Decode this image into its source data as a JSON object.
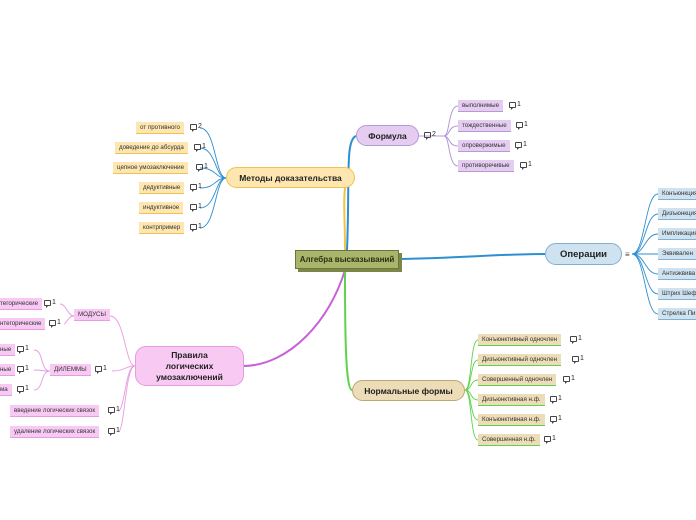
{
  "central": "Алгебра высказываний",
  "branches": {
    "formula": {
      "label": "Формула",
      "count": "2",
      "items": [
        {
          "label": "выполнимые",
          "count": "1"
        },
        {
          "label": "тождественные",
          "count": "1"
        },
        {
          "label": "опровержимые",
          "count": "1"
        },
        {
          "label": "противоречивые",
          "count": "1"
        }
      ]
    },
    "methods": {
      "label": "Методы доказательства",
      "items": [
        {
          "label": "от противного",
          "count": "2"
        },
        {
          "label": "доведение до абсурда",
          "count": "1"
        },
        {
          "label": "цепное умозаключение",
          "count": "1"
        },
        {
          "label": "дедуктивные",
          "count": "1"
        },
        {
          "label": "индуктивное",
          "count": "1"
        },
        {
          "label": "контрпример",
          "count": "1"
        }
      ]
    },
    "operations": {
      "label": "Операции",
      "items": [
        "Конъюнкция",
        "Дизъюнкция",
        "Импликация",
        "Эквивален",
        "Антиэквива",
        "Штрих Шеф",
        "Стрелка Пи"
      ]
    },
    "rules": {
      "label": "Правила логических умозаключений",
      "groups": [
        {
          "label": "МОДУСЫ",
          "items": [
            {
              "label": "тегорические",
              "count": "1"
            },
            {
              "label": "нтегорические",
              "count": "1"
            }
          ]
        },
        {
          "label": "ДИЛЕММЫ",
          "count": "1",
          "items": [
            {
              "label": "ные",
              "count": "1"
            },
            {
              "label": "ные",
              "count": "1"
            },
            {
              "label": "ма",
              "count": "1"
            }
          ]
        }
      ],
      "items": [
        {
          "label": "введение логических связок",
          "count": "1"
        },
        {
          "label": "удаление логических связок",
          "count": "1"
        }
      ]
    },
    "normal": {
      "label": "Нормальные формы",
      "items": [
        {
          "label": "Конъюнктивный одночлен",
          "count": "1"
        },
        {
          "label": "Дизъюнктивный одночлен",
          "count": "1"
        },
        {
          "label": "Совершенный одночлен",
          "count": "1"
        },
        {
          "label": "Дизъюнктивная н.ф.",
          "count": "1"
        },
        {
          "label": "Конъюнктивная н.ф.",
          "count": "1"
        },
        {
          "label": "Совершенная н.ф.",
          "count": "1"
        }
      ]
    }
  },
  "colors": {
    "formula": "#b49ad6",
    "methods": "#f2c24e",
    "operations": "#2e8fd0",
    "rules": "#c860d8",
    "normal": "#5fd14a",
    "central_fill": "#a8b56a"
  }
}
